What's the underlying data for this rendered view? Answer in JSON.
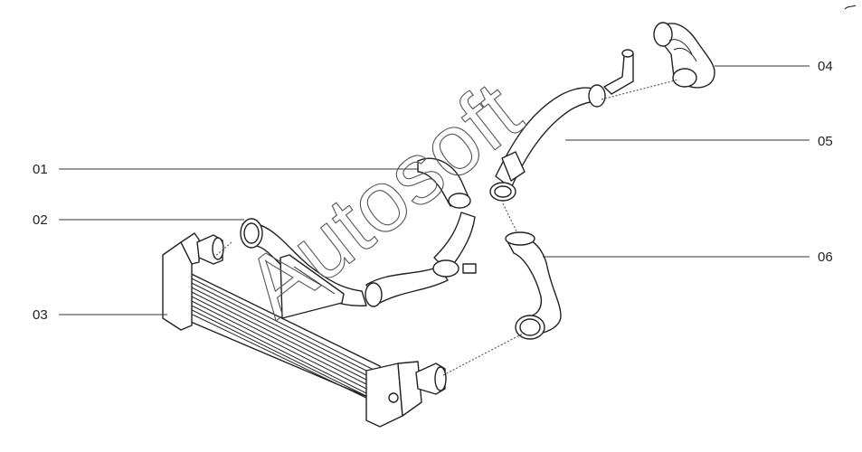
{
  "callouts": [
    {
      "id": "01"
    },
    {
      "id": "02"
    },
    {
      "id": "03"
    },
    {
      "id": "04"
    },
    {
      "id": "05"
    },
    {
      "id": "06"
    }
  ],
  "watermark": {
    "text": "Autosoft"
  }
}
